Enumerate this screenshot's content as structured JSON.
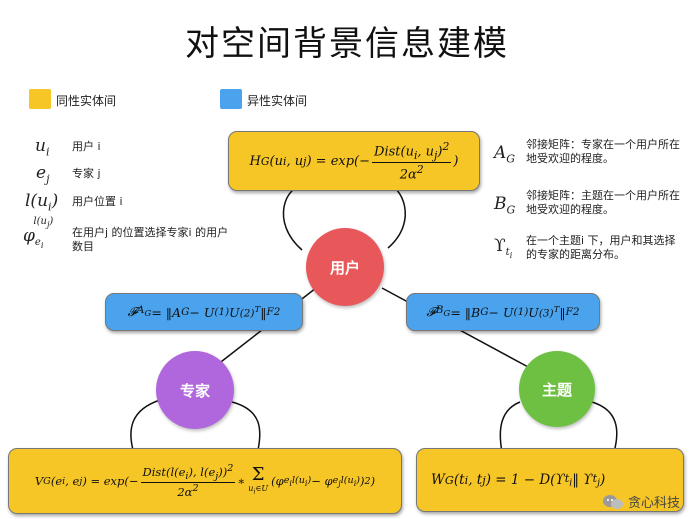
{
  "title": "对空间背景信息建模",
  "legend": [
    {
      "label": "同性实体间",
      "color": "#f6c526"
    },
    {
      "label": "异性实体间",
      "color": "#4aa3ec"
    }
  ],
  "left_notation": [
    {
      "symbol": "u_i",
      "desc": "用户 i"
    },
    {
      "symbol": "e_j",
      "desc": "专家 j"
    },
    {
      "symbol": "l(u_i)",
      "desc": "用户位置 i"
    },
    {
      "symbol": "φ_{e_i}^{l(u_j)}",
      "desc": "在用户j 的位置选择专家i 的用户数目"
    }
  ],
  "right_notation": [
    {
      "symbol": "A_G",
      "desc": "邻接矩阵：专家在一个用户所在地受欢迎的程度。"
    },
    {
      "symbol": "B_G",
      "desc": "邻接矩阵：主题在一个用户所在地受欢迎的程度。"
    },
    {
      "symbol": "ϒ_{t_i}",
      "desc": "在一个主题i 下，用户和其选择的专家的距离分布。"
    }
  ],
  "nodes": {
    "user": {
      "label": "用户",
      "color": "#e8585a"
    },
    "expert": {
      "label": "专家",
      "color": "#b066dd"
    },
    "topic": {
      "label": "主题",
      "color": "#6dc041"
    }
  },
  "formulas": {
    "user": "H_G(u_i, u_j) = exp(−Dist(u_i, u_j)² / 2α²)",
    "expert_user": "F_{A_G} = ‖A_G − U^{(1)} U^{(2)T}‖_F²",
    "topic_user": "F_{B_G} = ‖B_G − U^{(1)} U^{(3)T}‖_F²",
    "expert": "V_G(e_i, e_j) = exp(−Dist(l(e_i), l(e_j))² / 2α² ∗ Σ_{u_i∈U} (φ_{e_i}^{l(u_i)} − φ_{e_j}^{l(u_i)})²)",
    "topic": "W_G(t_i, t_j) = 1 − D(ϒ_{t_i} ‖ ϒ_{t_j})"
  },
  "watermark": "贪心科技"
}
